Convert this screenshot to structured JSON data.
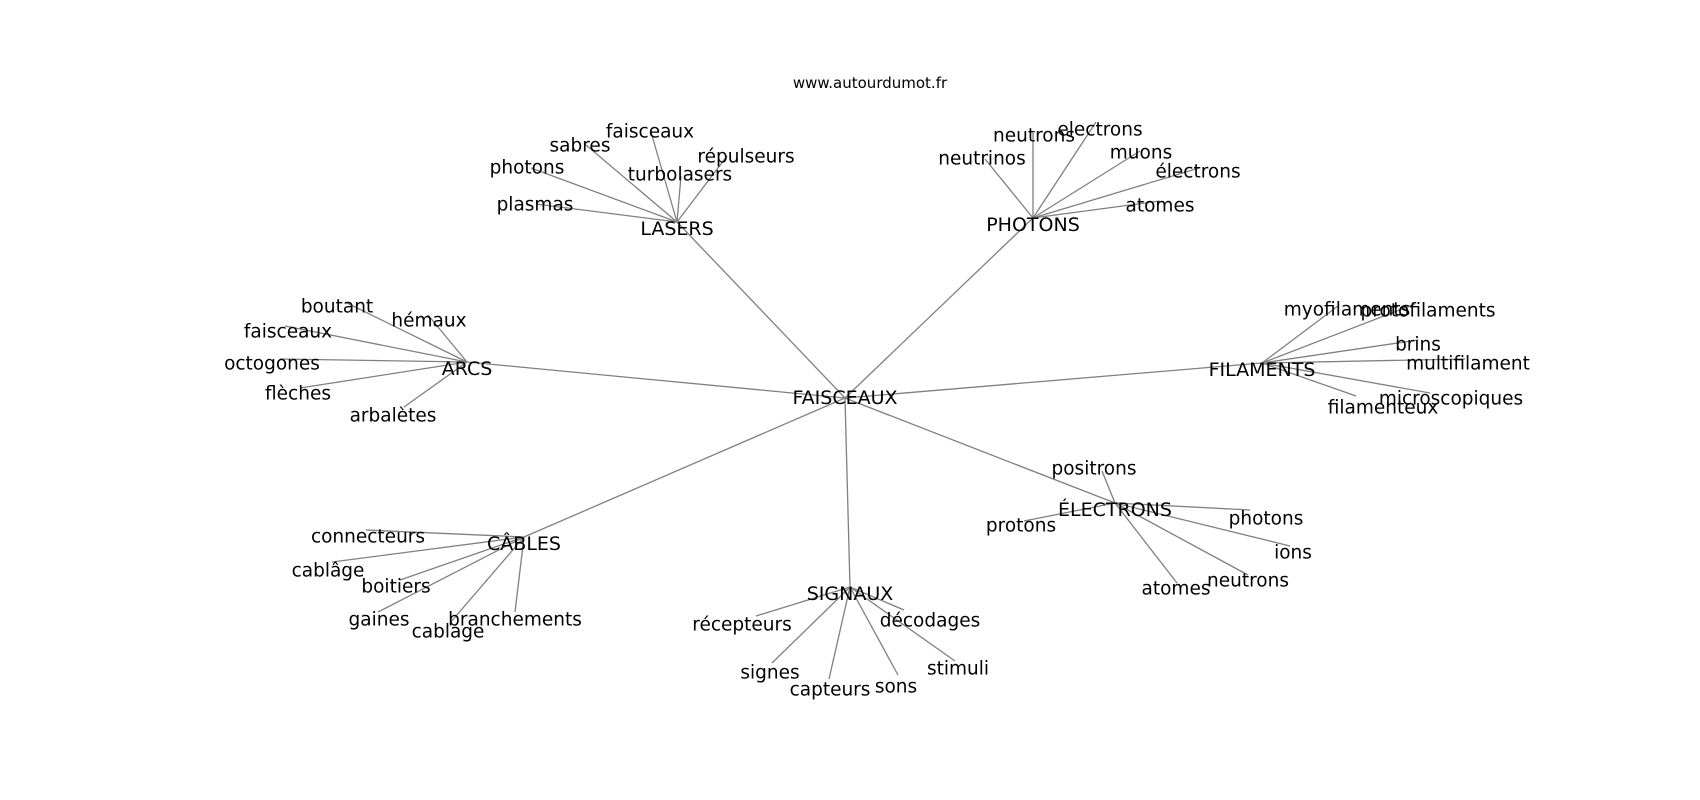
{
  "source": "www.autourdumot.fr",
  "root": "FAISCEAUX",
  "clusters": [
    {
      "id": "lasers",
      "label": "LASERS",
      "leaves": [
        "faisceaux",
        "sabres",
        "photons",
        "répulseurs",
        "turbolasers",
        "plasmas"
      ]
    },
    {
      "id": "photons",
      "label": "PHOTONS",
      "leaves": [
        "neutrons",
        "electrons",
        "neutrinos",
        "muons",
        "électrons",
        "atomes"
      ]
    },
    {
      "id": "arcs",
      "label": "ARCS",
      "leaves": [
        "boutant",
        "hémaux",
        "faisceaux",
        "octogones",
        "flèches",
        "arbalètes"
      ]
    },
    {
      "id": "filaments",
      "label": "FILAMENTS",
      "leaves": [
        "myofilaments",
        "protofilaments",
        "brins",
        "multifilament",
        "microscopiques",
        "filamenteux"
      ]
    },
    {
      "id": "cables",
      "label": "CÂBLES",
      "leaves": [
        "connecteurs",
        "cablâge",
        "boitiers",
        "gaines",
        "cablage",
        "branchements"
      ]
    },
    {
      "id": "signaux",
      "label": "SIGNAUX",
      "leaves": [
        "récepteurs",
        "décodages",
        "signes",
        "stimuli",
        "capteurs",
        "sons"
      ]
    },
    {
      "id": "electrons",
      "label": "ÉLECTRONS",
      "leaves": [
        "positrons",
        "protons",
        "photons",
        "ions",
        "neutrons",
        "atomes"
      ]
    }
  ]
}
